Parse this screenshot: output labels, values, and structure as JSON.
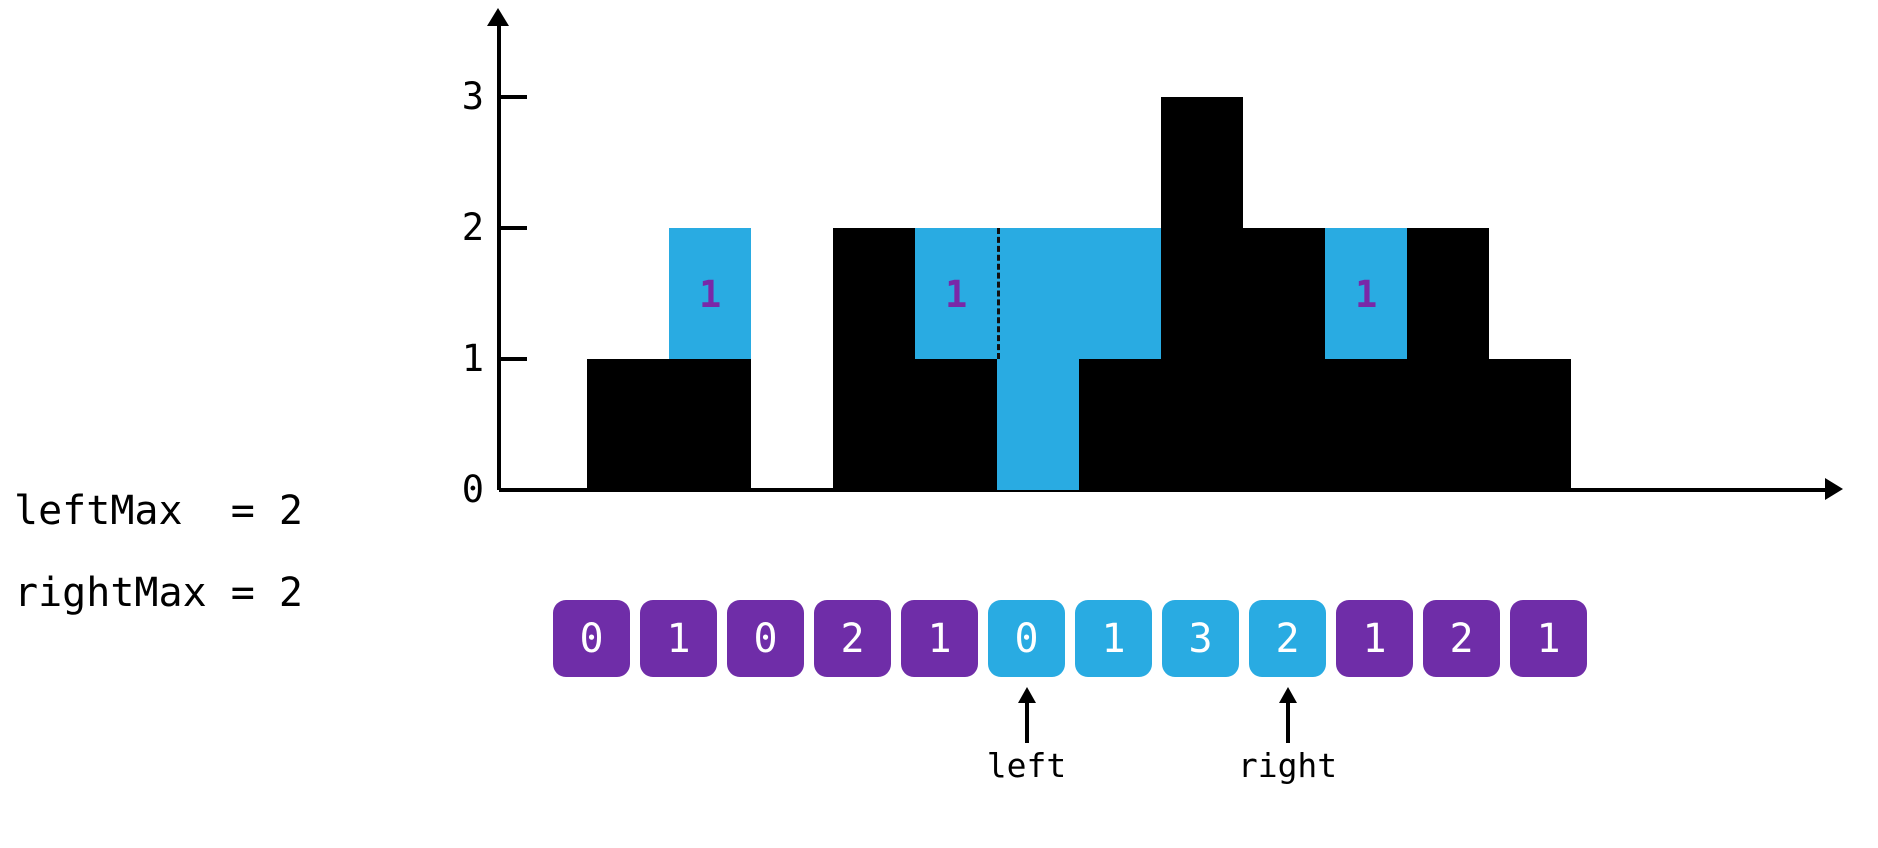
{
  "chart_data": {
    "type": "bar",
    "title": "",
    "xlabel": "",
    "ylabel": "",
    "ylim": [
      0,
      3.5
    ],
    "grid": false,
    "legend": "none",
    "categories": [
      "0",
      "1",
      "2",
      "3",
      "4",
      "5",
      "6",
      "7",
      "8",
      "9",
      "10",
      "11"
    ],
    "yticks": [
      "0",
      "1",
      "2",
      "3"
    ],
    "ytick_values": [
      0,
      1,
      2,
      3
    ],
    "series": [
      {
        "name": "height",
        "values": [
          1,
          1,
          0,
          2,
          1,
          0,
          1,
          3,
          2,
          1,
          2,
          1
        ]
      },
      {
        "name": "water",
        "values": [
          0,
          1,
          0,
          0,
          1,
          2,
          1,
          0,
          0,
          1,
          0,
          0
        ]
      }
    ],
    "bar_colors": {
      "height": "#000000",
      "water": "#29abe2"
    },
    "water_labels": [
      {
        "bar_index": 1,
        "text": "1"
      },
      {
        "bar_index": 4,
        "text": "1"
      },
      {
        "bar_index": 9,
        "text": "1"
      }
    ],
    "dashed_separator_after_bar": 4
  },
  "variables": [
    {
      "name": "leftMax",
      "text": "leftMax  = 2"
    },
    {
      "name": "rightMax",
      "text": "rightMax = 2"
    }
  ],
  "array": {
    "values": [
      "0",
      "1",
      "0",
      "2",
      "1",
      "0",
      "1",
      "3",
      "2",
      "1",
      "2",
      "1"
    ],
    "colors": [
      "purple",
      "purple",
      "purple",
      "purple",
      "purple",
      "blue",
      "blue",
      "blue",
      "blue",
      "purple",
      "purple",
      "purple"
    ]
  },
  "pointers": [
    {
      "label": "left",
      "index": 5
    },
    {
      "label": "right",
      "index": 8
    }
  ],
  "palette": {
    "purple": "#6f2da8",
    "blue": "#29abe2",
    "black": "#000000",
    "label_purple": "#7a28a8",
    "background": "#ffffff"
  }
}
